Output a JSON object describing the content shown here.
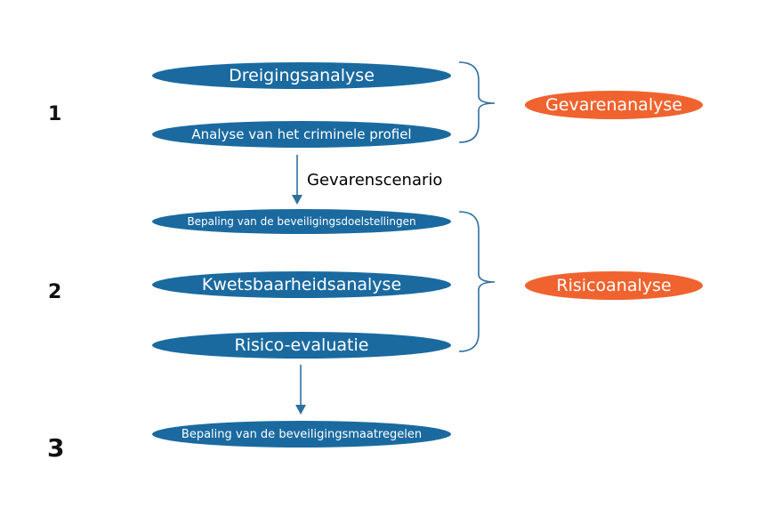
{
  "steps": {
    "step1": "1",
    "step2": "2",
    "step3": "3"
  },
  "group1": {
    "box_threat": "Dreigingsanalyse",
    "box_criminal": "Analyse van het criminele profiel",
    "side_label": "Gevarenanalyse"
  },
  "arrow1_label": "Gevarenscenario",
  "group2": {
    "box_objectives": "Bepaling van de beveiligingsdoelstellingen",
    "box_vulnerability": "Kwetsbaarheidsanalyse",
    "box_evaluation": "Risico-evaluatie",
    "side_label": "Risicoanalyse"
  },
  "group3": {
    "box_measures": "Bepaling van de beveiligingsmaatregelen"
  },
  "colors": {
    "box_blue": "#1a6aa0",
    "side_orange": "#f0632f",
    "connector_blue": "#2f6f9f"
  }
}
